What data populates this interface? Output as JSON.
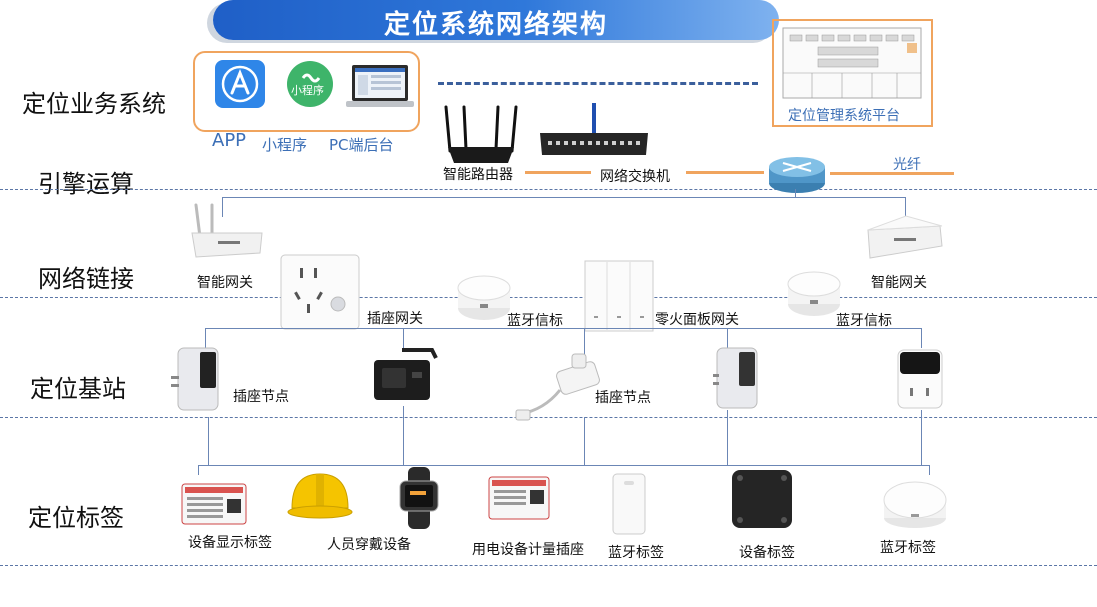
{
  "title": "定位系统网络架构",
  "layers": {
    "business": "定位业务系统",
    "engine": "引擎运算",
    "network": "网络链接",
    "base_station": "定位基站",
    "tag": "定位标签"
  },
  "business": {
    "app_label": "APP",
    "miniprogram_label": "小程序",
    "miniprogram_icon_text": "小程序",
    "pc_label": "PC端后台",
    "platform_label": "定位管理系统平台"
  },
  "engine": {
    "router_label": "智能路由器",
    "switch_label": "网络交换机",
    "fiber_label": "光纤"
  },
  "network": {
    "gateway_left_label": "智能网关",
    "gateway_right_label": "智能网关",
    "socket_gateway_label": "插座网关",
    "beacon_left_label": "蓝牙信标",
    "panel_gateway_label": "零火面板网关",
    "beacon_right_label": "蓝牙信标"
  },
  "base_station": {
    "socket_node_left_label": "插座节点",
    "socket_node_mid_label": "插座节点"
  },
  "tags": {
    "display_tag_label": "设备显示标签",
    "wearable_label": "人员穿戴设备",
    "metering_socket_label": "用电设备计量插座",
    "bt_tag_label": "蓝牙标签",
    "device_tag_label": "设备标签",
    "bt_tag_right_label": "蓝牙标签"
  },
  "colors": {
    "title_blue": "#1f5fc7",
    "frame_orange": "#f0a45e",
    "divider_blue": "#5b76a6",
    "label_blue": "#3c6fb6"
  },
  "icons": [
    "app-store-icon",
    "miniprogram-icon",
    "laptop-icon",
    "router-icon",
    "switch-icon",
    "fiber-router-icon",
    "gateway-icon",
    "wall-socket-icon",
    "beacon-icon",
    "panel-switch-icon",
    "plug-node-icon",
    "display-tag-icon",
    "helmet-icon",
    "smartwatch-icon",
    "metering-socket-icon",
    "bt-card-icon",
    "device-tag-icon",
    "puck-tag-icon"
  ]
}
